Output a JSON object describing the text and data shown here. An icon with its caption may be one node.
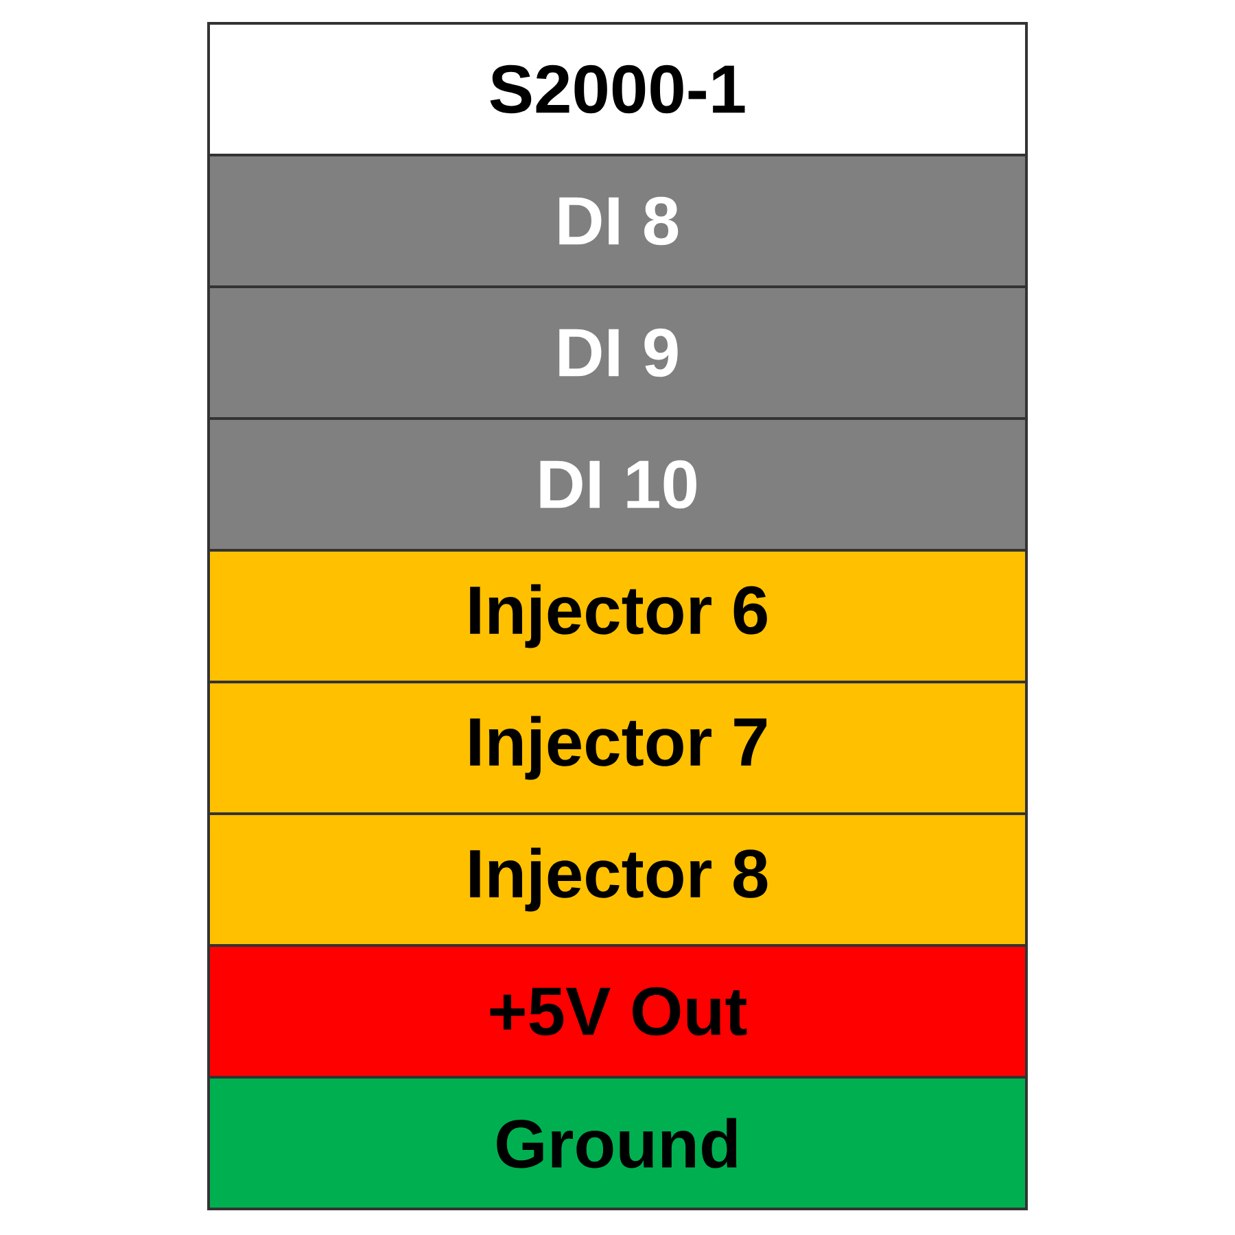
{
  "diagram": {
    "nodes": [
      {
        "text": [
          "S2000-1"
        ]
      },
      {
        "text": [
          "DI 8"
        ]
      },
      {
        "text": [
          "DI 9"
        ]
      },
      {
        "text": [
          "DI 10"
        ]
      },
      {
        "text": [
          "Injector 6"
        ]
      },
      {
        "text": [
          "Injector 7"
        ]
      },
      {
        "text": [
          "Injector 8"
        ]
      },
      {
        "text": [
          "+5V Out"
        ]
      },
      {
        "text": [
          "Ground"
        ]
      }
    ]
  }
}
